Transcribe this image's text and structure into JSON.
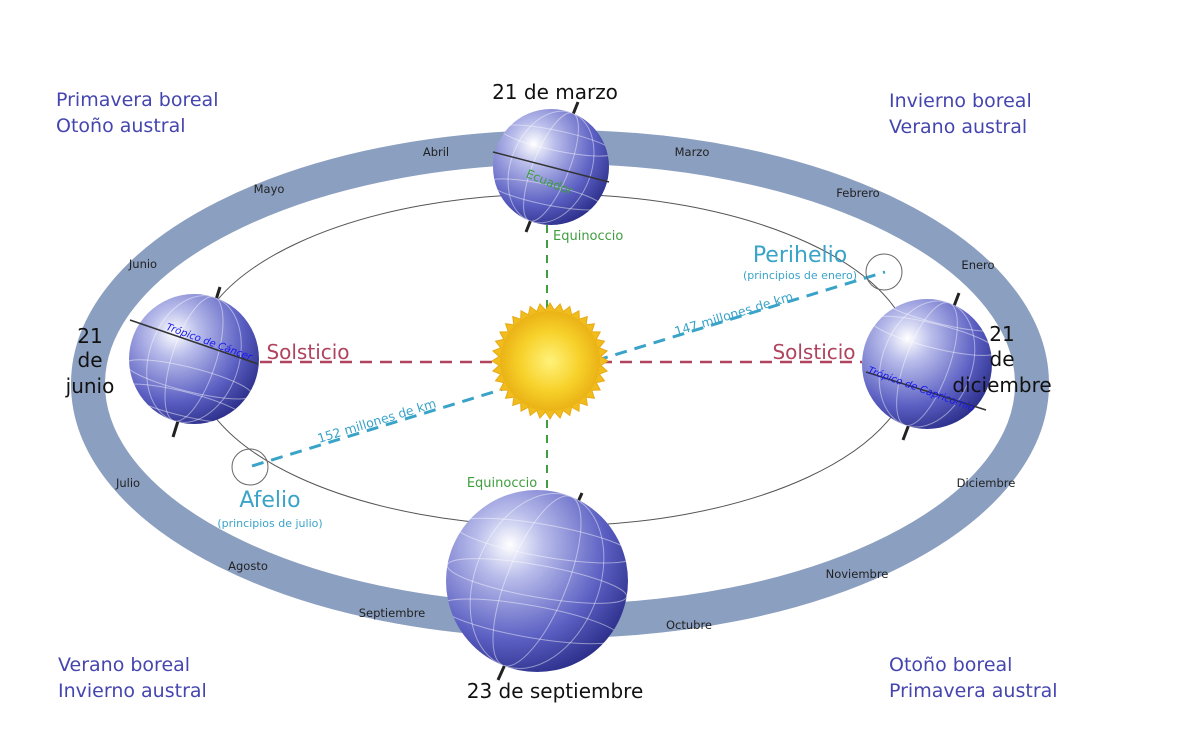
{
  "seasons": {
    "top_left": [
      "Primavera boreal",
      "Otoño austral"
    ],
    "top_right": [
      "Invierno boreal",
      "Verano austral"
    ],
    "bottom_left": [
      "Verano boreal",
      "Invierno austral"
    ],
    "bottom_right": [
      "Otoño boreal",
      "Primavera austral"
    ]
  },
  "dates": {
    "march": "21 de marzo",
    "june": [
      "21",
      "de",
      "junio"
    ],
    "september": "23 de septiembre",
    "december": [
      "21",
      "de",
      "diciembre"
    ]
  },
  "months": {
    "abril": "Abril",
    "marzo": "Marzo",
    "mayo": "Mayo",
    "febrero": "Febrero",
    "junio": "Junio",
    "enero": "Enero",
    "julio": "Julio",
    "diciembre": "Diciembre",
    "agosto": "Agosto",
    "noviembre": "Noviembre",
    "septiembre": "Septiembre",
    "octubre": "Octubre"
  },
  "labels": {
    "solsticio": "Solsticio",
    "equinoccio": "Equinoccio",
    "ecuador": "Ecuador",
    "tropico_cancer": "Trópico de Cáncer",
    "tropico_capricornio": "Trópico de Capricornio",
    "perihelio": "Perihelio",
    "perihelio_sub": "(principios de enero)",
    "afelio": "Afelio",
    "afelio_sub": "(principios de julio)",
    "dist_perihelio": "147 millones de km",
    "dist_afelio": "152 millones de km"
  },
  "colors": {
    "orbit_band": "#8b9fc0",
    "globe": "#5b5fc2",
    "sun": "#f3c21a",
    "solstice_line": "#b0435e",
    "equinox_line": "#3f9e3f",
    "apsis_line": "#3aa3c8",
    "season_text": "#4545b0"
  }
}
